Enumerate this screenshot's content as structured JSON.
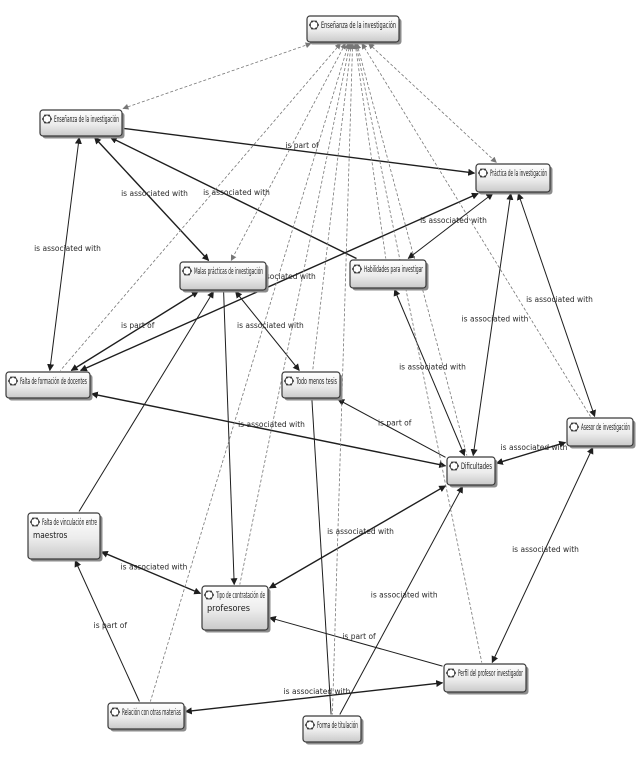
{
  "nodes": [
    {
      "id": "n1",
      "name": "ensenanza-investigacion-top",
      "label": "Enseñanza de la investigación"
    },
    {
      "id": "n2",
      "name": "ensenanza-investigacion-left",
      "label": "Enseñanza de la investigación"
    },
    {
      "id": "n3",
      "name": "practica-investigacion",
      "label": "Práctica de la investigación"
    },
    {
      "id": "n4",
      "name": "malas-practicas",
      "label": "Malas prácticas de investigación"
    },
    {
      "id": "n5",
      "name": "habilidades-investigar",
      "label": "Habilidades para investigar"
    },
    {
      "id": "n6",
      "name": "falta-formacion-docentes",
      "label": "Falta de formación de docentes"
    },
    {
      "id": "n7",
      "name": "todo-menos-tesis",
      "label": "Todo menos tesis"
    },
    {
      "id": "n8",
      "name": "asesor-investigacion",
      "label": "Asesor de investigación"
    },
    {
      "id": "n9",
      "name": "dificultades",
      "label": "Dificultades"
    },
    {
      "id": "n10",
      "name": "falta-vinculacion",
      "label": [
        "Falta de vinculación entre",
        "maestros"
      ]
    },
    {
      "id": "n11",
      "name": "tipo-contratacion",
      "label": [
        "Tipo de contratación de",
        "profesores"
      ]
    },
    {
      "id": "n12",
      "name": "perfil-profesor",
      "label": "Perfil del profesor investigador"
    },
    {
      "id": "n13",
      "name": "relacion-otras-materias",
      "label": "Relación con otras materias"
    },
    {
      "id": "n14",
      "name": "forma-titulacion",
      "label": "Forma de titulación"
    }
  ],
  "edges": [
    {
      "from": "n2",
      "to": "n1",
      "style": "dashed",
      "arrow": "both",
      "label": ""
    },
    {
      "from": "n2",
      "to": "n3",
      "style": "thick",
      "arrow": "end",
      "label": "is part of"
    },
    {
      "from": "n2",
      "to": "n4",
      "style": "thick",
      "arrow": "both",
      "label": "is associated with"
    },
    {
      "from": "n2",
      "to": "n6",
      "style": "solid",
      "arrow": "both",
      "label": "is associated with"
    },
    {
      "from": "n5",
      "to": "n2",
      "style": "thick",
      "arrow": "end",
      "label": "is associated with"
    },
    {
      "from": "n3",
      "to": "n5",
      "style": "solid",
      "arrow": "both",
      "label": "is associated with"
    },
    {
      "from": "n3",
      "to": "n6",
      "style": "thick",
      "arrow": "both",
      "label": "is associated with"
    },
    {
      "from": "n3",
      "to": "n8",
      "style": "solid",
      "arrow": "both",
      "label": "is associated with"
    },
    {
      "from": "n3",
      "to": "n9",
      "style": "solid",
      "arrow": "both",
      "label": "is associated with"
    },
    {
      "from": "n4",
      "to": "n6",
      "style": "thick",
      "arrow": "both",
      "label": "is part of"
    },
    {
      "from": "n4",
      "to": "n7",
      "style": "solid",
      "arrow": "both",
      "label": "is associated with"
    },
    {
      "from": "n4",
      "to": "n10",
      "style": "solid",
      "arrow": "start",
      "label": ""
    },
    {
      "from": "n4",
      "to": "n11",
      "style": "solid",
      "arrow": "end",
      "label": ""
    },
    {
      "from": "n6",
      "to": "n9",
      "style": "thick",
      "arrow": "both",
      "label": "is associated with"
    },
    {
      "from": "n5",
      "to": "n9",
      "style": "solid",
      "arrow": "both",
      "label": "is associated with"
    },
    {
      "from": "n9",
      "to": "n7",
      "style": "solid",
      "arrow": "end",
      "label": "is part of"
    },
    {
      "from": "n9",
      "to": "n8",
      "style": "thick",
      "arrow": "both",
      "label": "is associated with"
    },
    {
      "from": "n9",
      "to": "n11",
      "style": "thick",
      "arrow": "both",
      "label": "is associated with"
    },
    {
      "from": "n9",
      "to": "n14",
      "style": "solid",
      "arrow": "start",
      "label": "is associated with"
    },
    {
      "from": "n10",
      "to": "n11",
      "style": "thick",
      "arrow": "both",
      "label": "is associated with"
    },
    {
      "from": "n13",
      "to": "n10",
      "style": "solid",
      "arrow": "end",
      "label": "is part of"
    },
    {
      "from": "n12",
      "to": "n11",
      "style": "solid",
      "arrow": "end",
      "label": "is part of"
    },
    {
      "from": "n8",
      "to": "n12",
      "style": "solid",
      "arrow": "both",
      "label": "is associated with"
    },
    {
      "from": "n12",
      "to": "n13",
      "style": "thick",
      "arrow": "both",
      "label": "is associated with"
    },
    {
      "from": "n7",
      "to": "n14",
      "style": "solid",
      "arrow": "none",
      "label": ""
    },
    {
      "from": "n1",
      "to": "n3",
      "style": "dashed",
      "arrow": "both",
      "label": ""
    },
    {
      "from": "n1",
      "to": "n4",
      "style": "dashed",
      "arrow": "both",
      "label": ""
    },
    {
      "from": "n1",
      "to": "n5",
      "style": "dashed",
      "arrow": "start",
      "label": ""
    },
    {
      "from": "n1",
      "to": "n6",
      "style": "dashed",
      "arrow": "start",
      "label": ""
    },
    {
      "from": "n1",
      "to": "n7",
      "style": "dashed",
      "arrow": "start",
      "label": ""
    },
    {
      "from": "n1",
      "to": "n8",
      "style": "dashed",
      "arrow": "start",
      "label": ""
    },
    {
      "from": "n1",
      "to": "n9",
      "style": "dashed",
      "arrow": "start",
      "label": ""
    },
    {
      "from": "n1",
      "to": "n11",
      "style": "dashed",
      "arrow": "start",
      "label": ""
    },
    {
      "from": "n1",
      "to": "n12",
      "style": "dashed",
      "arrow": "start",
      "label": ""
    },
    {
      "from": "n1",
      "to": "n13",
      "style": "dashed",
      "arrow": "start",
      "label": ""
    },
    {
      "from": "n1",
      "to": "n14",
      "style": "dashed",
      "arrow": "start",
      "label": ""
    }
  ]
}
